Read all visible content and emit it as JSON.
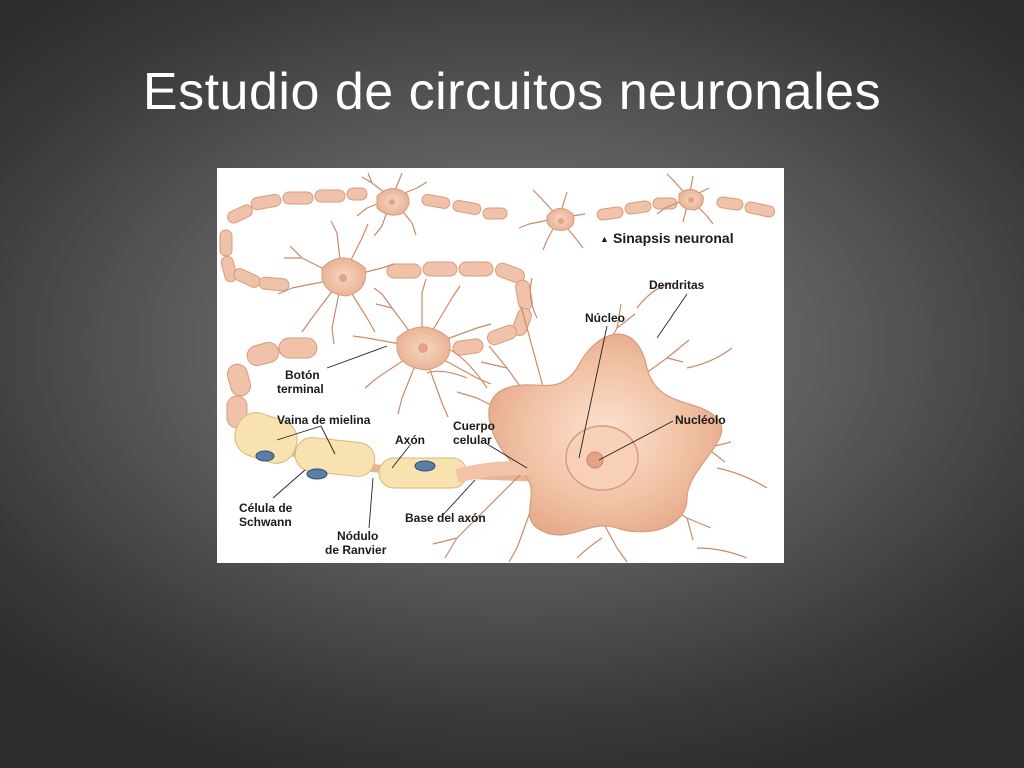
{
  "slide": {
    "title": "Estudio de circuitos neuronales"
  },
  "diagram": {
    "labels": {
      "sinapsis": "Sinapsis neuronal",
      "dendritas": "Dendritas",
      "nucleo": "Núcleo",
      "nucleolo": "Nucléolo",
      "boton_line1": "Botón",
      "boton_line2": "terminal",
      "vaina": "Vaina de mielina",
      "axon": "Axón",
      "cuerpo_line1": "Cuerpo",
      "cuerpo_line2": "celular",
      "celula_line1": "Célula de",
      "celula_line2": "Schwann",
      "base_axon": "Base del axón",
      "nodulo_line1": "Nódulo",
      "nodulo_line2": "de Ranvier"
    },
    "colors": {
      "cell_body": "#f2c3a6",
      "cell_body_dark": "#e0a482",
      "myelin": "#f7e2b0",
      "myelin_small": "#f0c2aa",
      "dendrite": "#c98a6a",
      "schwann_nucleus": "#5a7fa6"
    }
  }
}
